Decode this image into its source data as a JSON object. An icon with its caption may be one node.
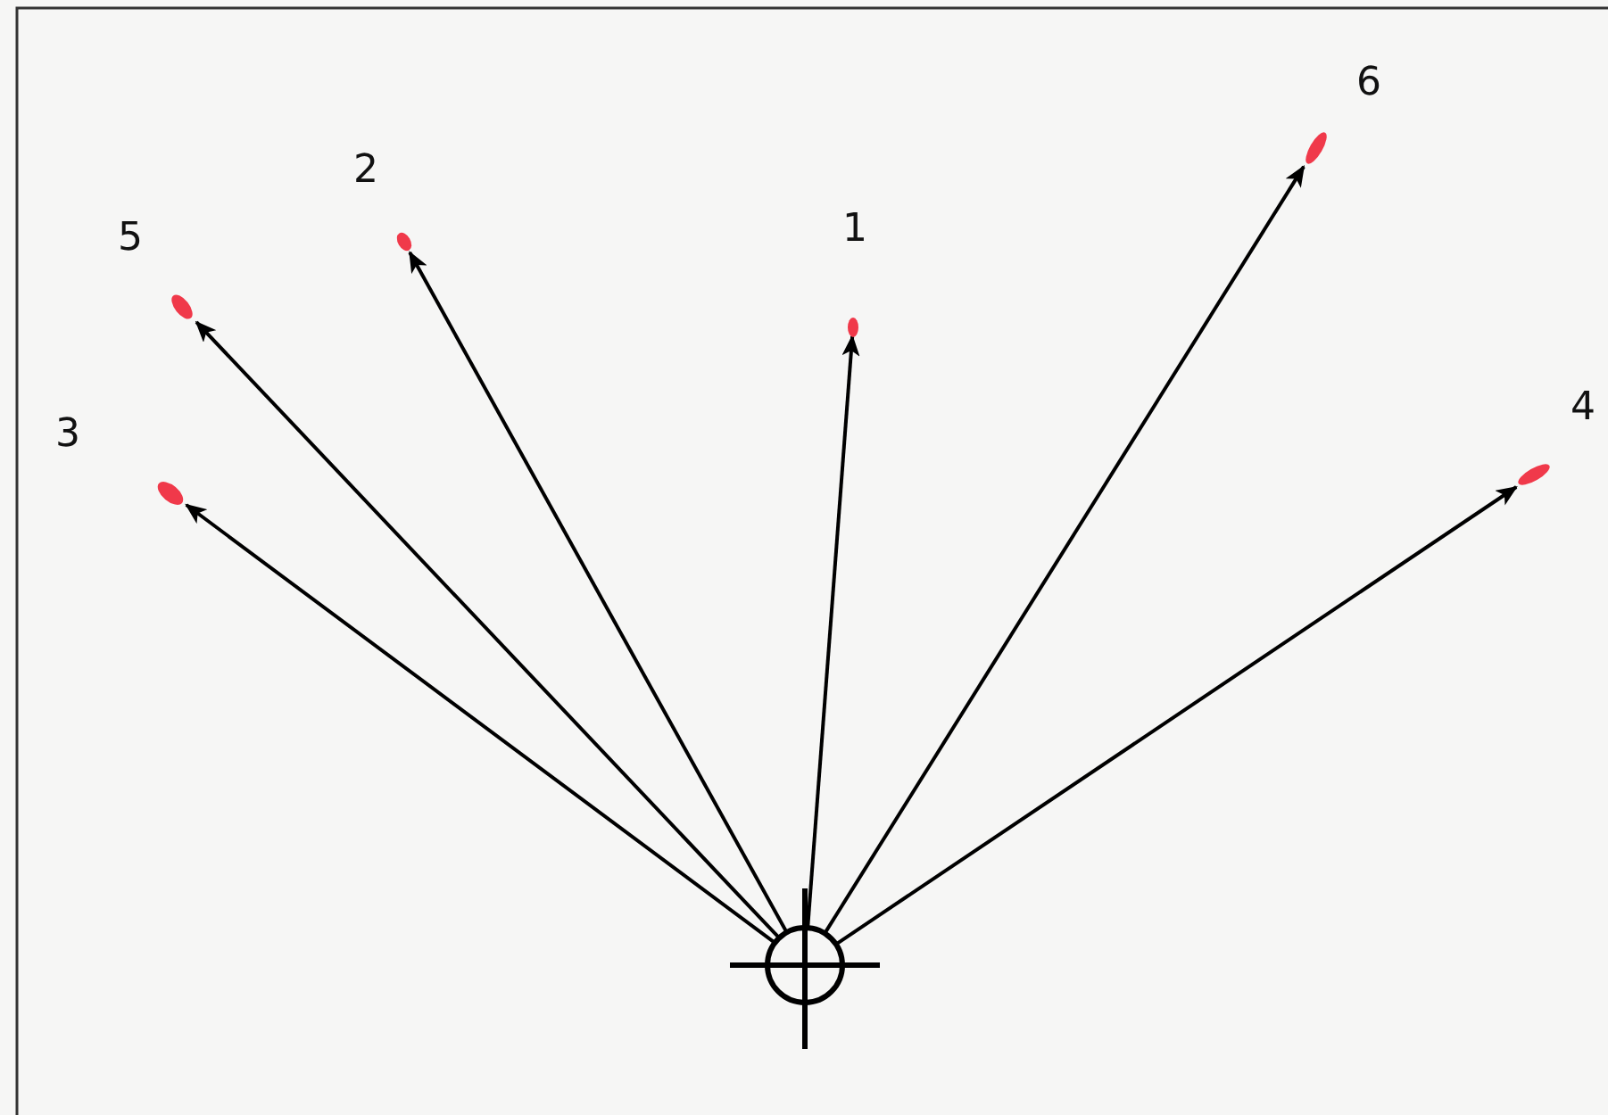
{
  "diagram": {
    "nodes": [
      {
        "text": [],
        "shape": "crosshair"
      },
      {
        "text": [],
        "shape": "dot",
        "beside": [
          "3"
        ]
      },
      {
        "text": [],
        "shape": "dot",
        "beside": [
          "5"
        ]
      },
      {
        "text": [],
        "shape": "dot",
        "beside": [
          "2"
        ]
      },
      {
        "text": [],
        "shape": "dot",
        "beside": [
          "1"
        ]
      },
      {
        "text": [],
        "shape": "dot",
        "beside": [
          "6"
        ]
      },
      {
        "text": [],
        "shape": "dot",
        "beside": [
          "4"
        ]
      }
    ],
    "edges": [
      {
        "from": 0,
        "to": 1,
        "arrow": "to"
      },
      {
        "from": 0,
        "to": 2,
        "arrow": "to"
      },
      {
        "from": 0,
        "to": 3,
        "arrow": "to"
      },
      {
        "from": 0,
        "to": 4,
        "arrow": "to"
      },
      {
        "from": 0,
        "to": 5,
        "arrow": "to"
      },
      {
        "from": 0,
        "to": 6,
        "arrow": "to"
      }
    ]
  }
}
